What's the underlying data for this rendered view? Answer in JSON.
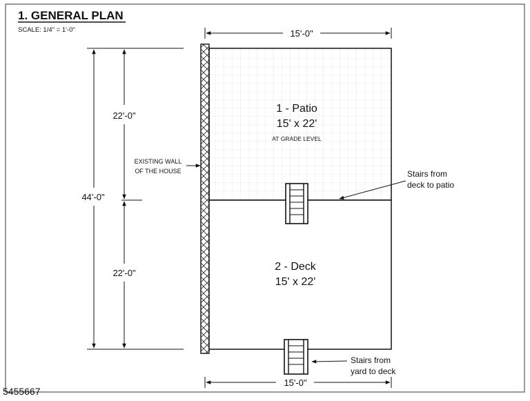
{
  "title": "1. GENERAL PLAN",
  "scale": "SCALE:  1/4\" = 1'-0\"",
  "dims": {
    "top_width": "15'-0\"",
    "bottom_width": "15'-0\"",
    "total_length": "44'-0\"",
    "upper_length": "22'-0\"",
    "lower_length": "22'-0\""
  },
  "wall": {
    "line1": "EXISTING WALL",
    "line2": "OF THE HOUSE"
  },
  "patio": {
    "name": "1 - Patio",
    "size": "15' x 22'",
    "note": "AT GRADE LEVEL"
  },
  "deck": {
    "name": "2 - Deck",
    "size": "15' x 22'"
  },
  "callouts": {
    "stairs_patio_line1": "Stairs from",
    "stairs_patio_line2": "deck to patio",
    "stairs_yard_line1": "Stairs from",
    "stairs_yard_line2": "yard to deck"
  },
  "listing_id": "5455667",
  "colors": {
    "ink": "#111111",
    "grid": "#d4d4d4"
  }
}
